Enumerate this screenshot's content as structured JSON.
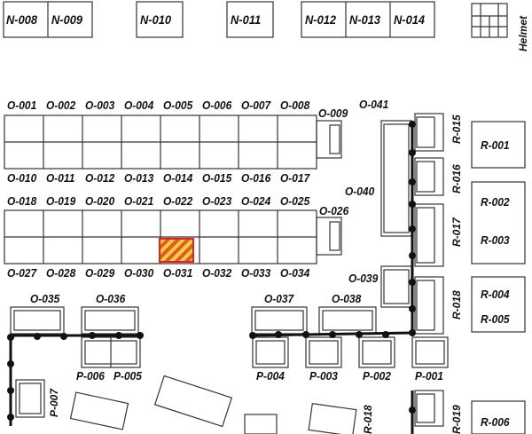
{
  "top_row": [
    "N-008",
    "N-009",
    "N-010",
    "N-011",
    "N-012",
    "N-013",
    "N-014"
  ],
  "helmet_label": "Helmet",
  "block1_top": [
    "O-001",
    "O-002",
    "O-003",
    "O-004",
    "O-005",
    "O-006",
    "O-007",
    "O-008"
  ],
  "block1_bottom": [
    "O-010",
    "O-011",
    "O-012",
    "O-013",
    "O-014",
    "O-015",
    "O-016",
    "O-017"
  ],
  "block2_top": [
    "O-018",
    "O-019",
    "O-020",
    "O-021",
    "O-022",
    "O-023",
    "O-024",
    "O-025"
  ],
  "block2_bottom": [
    "O-027",
    "O-028",
    "O-029",
    "O-030",
    "O-031",
    "O-032",
    "O-033",
    "O-034"
  ],
  "side_o": {
    "o009": "O-009",
    "o026": "O-026",
    "o041": "O-041",
    "o040": "O-040",
    "o039": "O-039"
  },
  "row_o": [
    "O-035",
    "O-036",
    "O-037",
    "O-038"
  ],
  "p_labels": [
    "P-006",
    "P-005",
    "P-004",
    "P-003",
    "P-002",
    "P-001",
    "P-007"
  ],
  "r_labels_v": [
    "R-015",
    "R-016",
    "R-017",
    "R-018",
    "R-019",
    "R-018"
  ],
  "r_boxes": [
    "R-001",
    "R-002",
    "R-003",
    "R-004",
    "R-005",
    "R-006"
  ],
  "highlighted_spot": "O-031",
  "colors": {
    "highlight_border": "#d22222",
    "highlight_fill_a": "#f2d040",
    "highlight_fill_b": "#e05a2a",
    "path": "#111111"
  }
}
